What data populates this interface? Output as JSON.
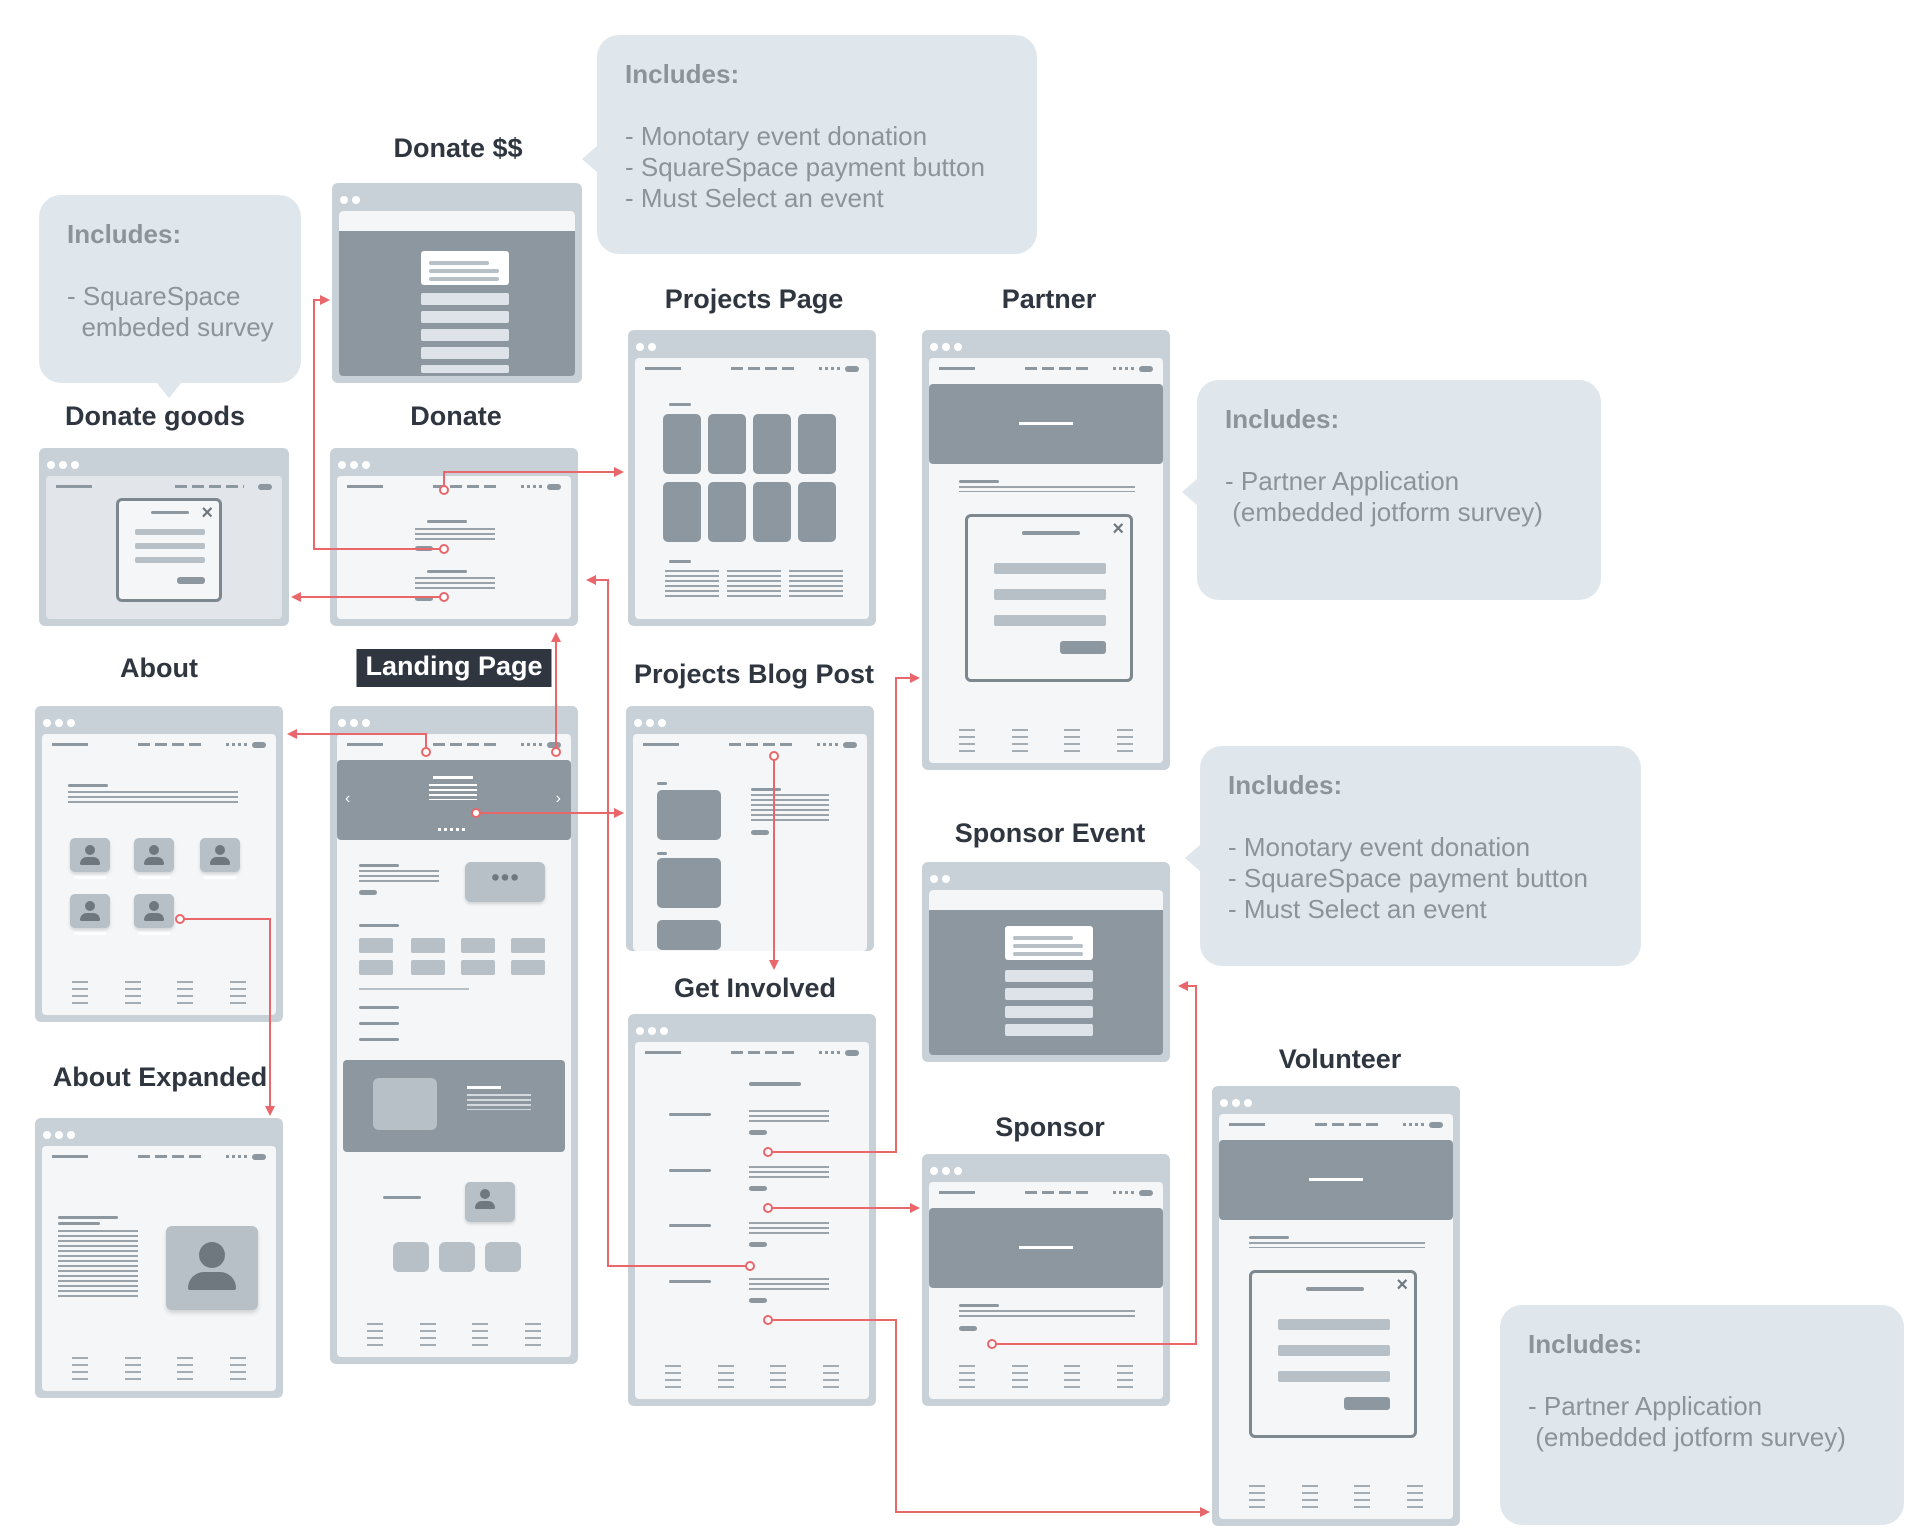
{
  "pages": {
    "donate_money": "Donate $$",
    "donate_goods": "Donate goods",
    "donate": "Donate",
    "projects_page": "Projects Page",
    "partner": "Partner",
    "about": "About",
    "landing_page": "Landing Page",
    "projects_blog_post": "Projects Blog Post",
    "about_expanded": "About Expanded",
    "get_involved": "Get Involved",
    "sponsor_event": "Sponsor Event",
    "sponsor": "Sponsor",
    "volunteer": "Volunteer"
  },
  "notes": {
    "donate_money": {
      "heading": "Includes:",
      "lines": [
        "- Monotary event donation",
        "- SquareSpace payment button",
        "- Must Select an event"
      ]
    },
    "donate_goods": {
      "heading": "Includes:",
      "lines": [
        "- SquareSpace",
        "  embeded survey"
      ]
    },
    "partner": {
      "heading": "Includes:",
      "lines": [
        "- Partner Application",
        " (embedded jotform survey)"
      ]
    },
    "sponsor_event": {
      "heading": "Includes:",
      "lines": [
        "- Monotary event donation",
        "- SquareSpace payment button",
        "- Must Select an event"
      ]
    },
    "volunteer": {
      "heading": "Includes:",
      "lines": [
        "- Partner Application",
        " (embedded jotform survey)"
      ]
    }
  },
  "colors": {
    "link": "#e9666a",
    "frame": "#c9d1d8",
    "block": "#8c979f",
    "note_bg": "#dfe7ed",
    "label_dark_bg": "#2f3640"
  }
}
